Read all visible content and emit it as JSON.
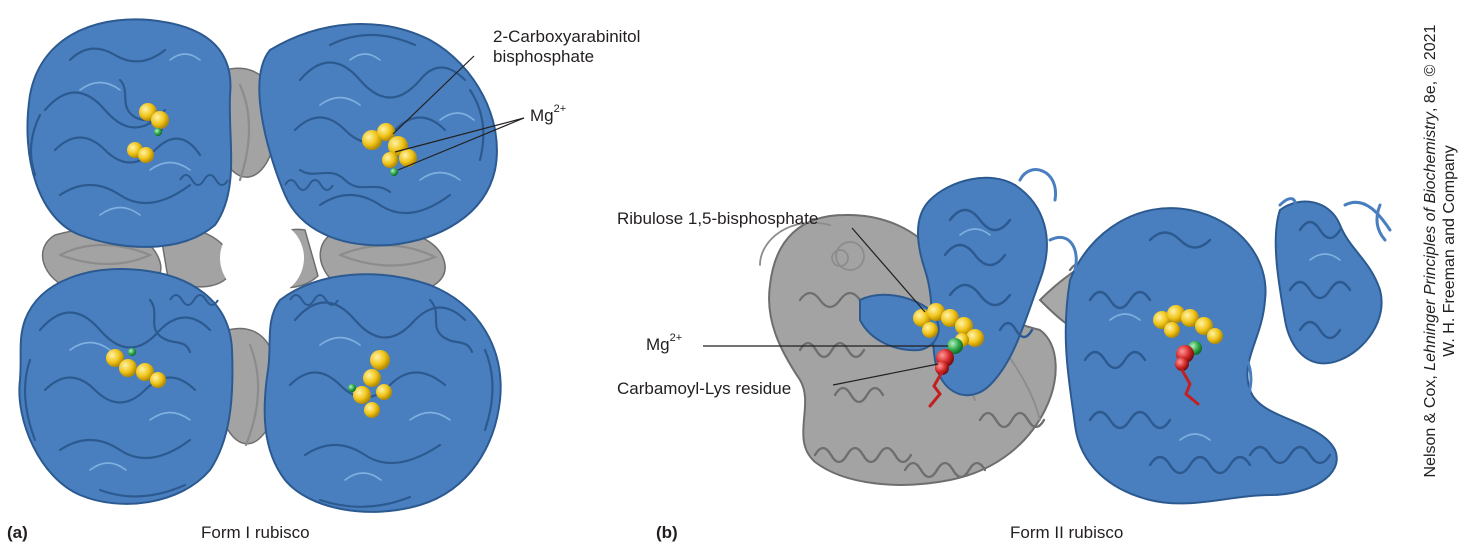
{
  "panel_a": {
    "letter": "(a)",
    "caption": "Form I rubisco",
    "labels": {
      "carboxyarabinitol_line1": "2-Carboxyarabinitol",
      "carboxyarabinitol_line2": "bisphosphate",
      "mg_base": "Mg",
      "mg_sup": "2+"
    }
  },
  "panel_b": {
    "letter": "(b)",
    "caption": "Form II rubisco",
    "labels": {
      "ribulose": "Ribulose 1,5-bisphosphate",
      "mg_base": "Mg",
      "mg_sup": "2+",
      "carbamoyl": "Carbamoyl-Lys residue"
    }
  },
  "credit": {
    "part1": "Nelson & Cox, ",
    "title": "Lehninger Principles of Biochemistry",
    "part2": ", 8e, © 2021",
    "line2": "W. H. Freeman and Company"
  },
  "colors": {
    "blue_ribbon": "#4a7fbf",
    "gray_ribbon": "#9a9a9a",
    "yellow_ligand": "#f0c419",
    "green_mg": "#2faa4a",
    "red_lys": "#d62b2b"
  },
  "icons": {
    "protein_a": "rubisco-form-I-ribbon",
    "protein_b": "rubisco-form-II-ribbon"
  }
}
